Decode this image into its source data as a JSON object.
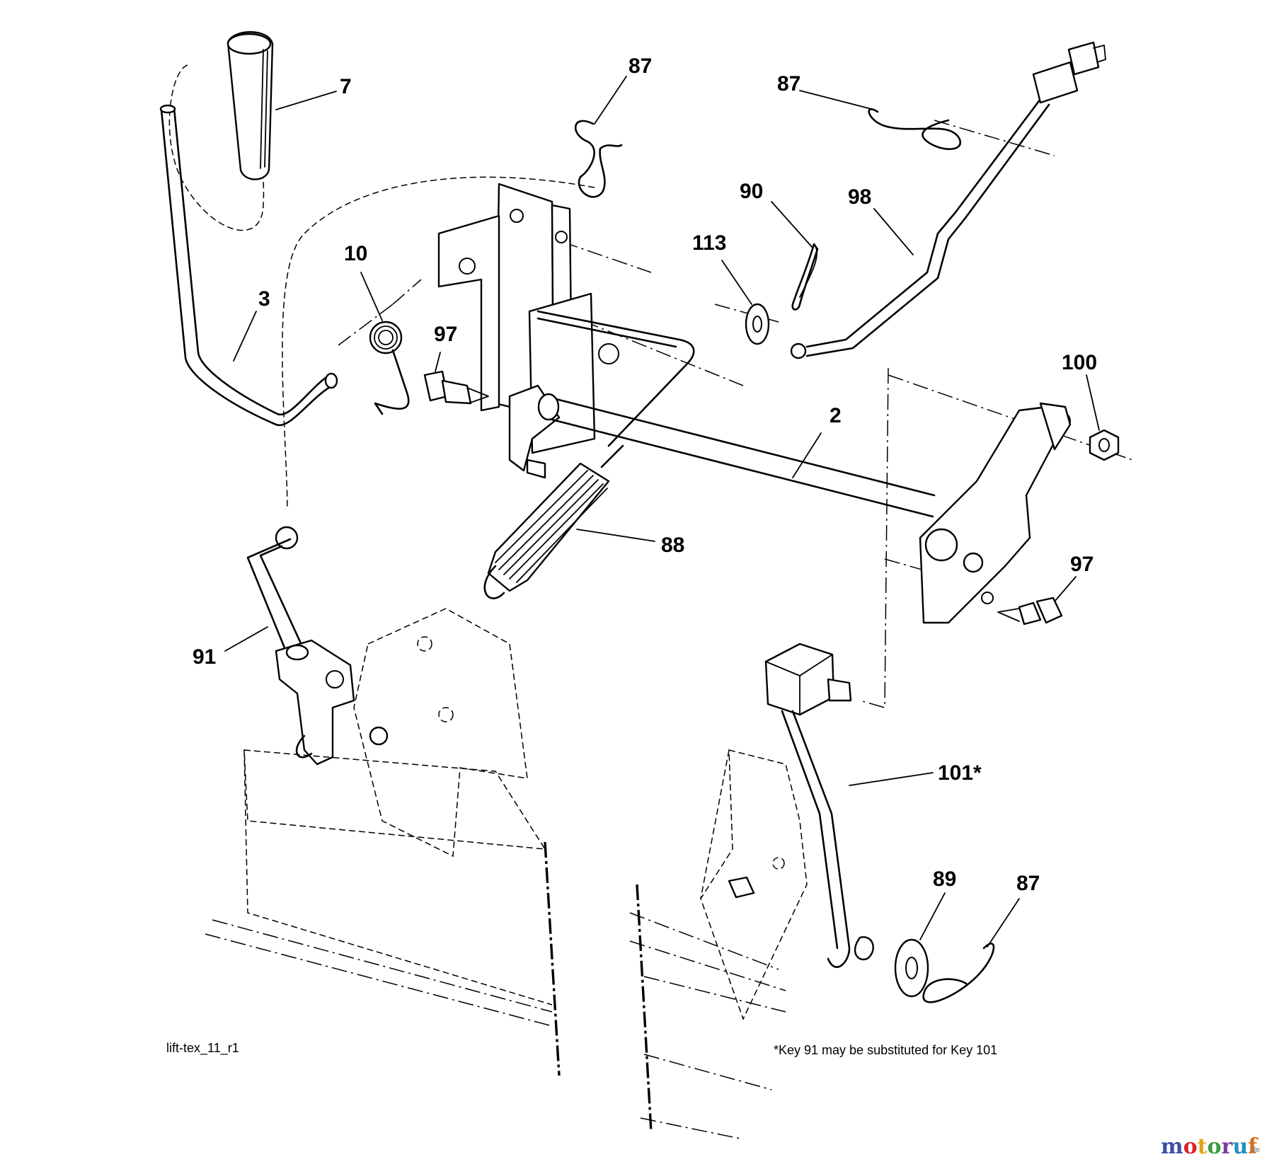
{
  "drawing_id": "lift-tex_11_r1",
  "footnote": "*Key 91 may be substituted for Key 101",
  "callouts": [
    "7",
    "87",
    "87",
    "90",
    "98",
    "113",
    "10",
    "3",
    "97",
    "2",
    "100",
    "88",
    "97",
    "91",
    "101*",
    "89",
    "87"
  ],
  "watermark": {
    "name": "motoruf",
    "suffix": ".de"
  },
  "colors": {
    "line": "#000000",
    "background": "#ffffff"
  },
  "watermark_colors": [
    "#3a4fa8",
    "#d8242b",
    "#e3a21a",
    "#3c9a3f",
    "#7b3fa0",
    "#1f8fc7",
    "#d86f1a"
  ]
}
